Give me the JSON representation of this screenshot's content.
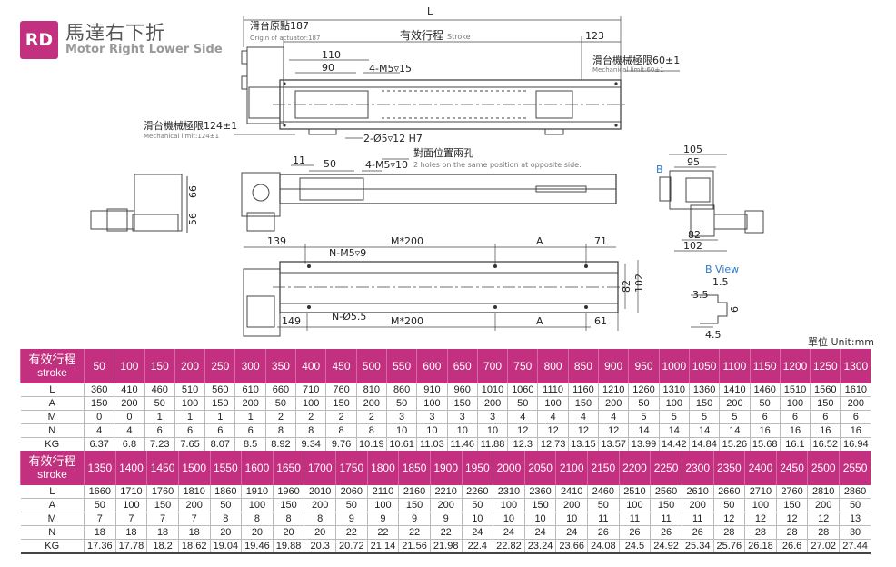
{
  "header": {
    "badge": "RD",
    "title_cn": "馬達右下折",
    "title_en": "Motor Right Lower Side"
  },
  "unit_label": "單位 Unit:mm",
  "labels": {
    "L": "L",
    "origin_cn": "滑台原點187",
    "origin_en": "Origin of actuator:187",
    "stroke_cn": "有效行程",
    "stroke_en": "Stroke",
    "d123": "123",
    "mech_right_cn": "滑台機械極限60±1",
    "mech_right_en": "Mechanical limit:60±1",
    "mech_left_cn": "滑台機械極限124±1",
    "mech_left_en": "Mechanical limit:124±1",
    "d110": "110",
    "d90": "90",
    "m5_15": "4-M5▿15",
    "pin": "2-Ø5▿12 H7",
    "opp_cn": "對面位置兩孔",
    "opp_en": "2 holes on the same position at opposite side.",
    "d11": "11",
    "d50": "50",
    "m5_10": "4-M5▿10",
    "d66": "66",
    "d56": "56",
    "d105": "105",
    "d95": "95",
    "B": "B",
    "d82": "82",
    "d102": "102",
    "d139": "139",
    "m200": "M*200",
    "dA": "A",
    "d71": "71",
    "nm5": "N-M5▿9",
    "d82b": "82",
    "d102b": "102",
    "d149": "149",
    "n55": "N-Ø5.5",
    "m200b": "M*200",
    "dA2": "A",
    "d61": "61",
    "bview": "B View",
    "d15": "1.5",
    "d35": "3.5",
    "d6": "6",
    "d45": "4.5"
  },
  "tables": [
    {
      "header_cn": "有效行程",
      "header_en": "stroke",
      "stroke": [
        "50",
        "100",
        "150",
        "200",
        "250",
        "300",
        "350",
        "400",
        "450",
        "500",
        "550",
        "600",
        "650",
        "700",
        "750",
        "800",
        "850",
        "900",
        "950",
        "1000",
        "1050",
        "1100",
        "1150",
        "1200",
        "1250",
        "1300"
      ],
      "rows": [
        {
          "label": "L",
          "values": [
            "360",
            "410",
            "460",
            "510",
            "560",
            "610",
            "660",
            "710",
            "760",
            "810",
            "860",
            "910",
            "960",
            "1010",
            "1060",
            "1110",
            "1160",
            "1210",
            "1260",
            "1310",
            "1360",
            "1410",
            "1460",
            "1510",
            "1560",
            "1610"
          ]
        },
        {
          "label": "A",
          "values": [
            "150",
            "200",
            "50",
            "100",
            "150",
            "200",
            "50",
            "100",
            "150",
            "200",
            "50",
            "100",
            "150",
            "200",
            "50",
            "100",
            "150",
            "200",
            "50",
            "100",
            "150",
            "200",
            "50",
            "100",
            "150",
            "200"
          ]
        },
        {
          "label": "M",
          "values": [
            "0",
            "0",
            "1",
            "1",
            "1",
            "1",
            "2",
            "2",
            "2",
            "2",
            "3",
            "3",
            "3",
            "3",
            "4",
            "4",
            "4",
            "4",
            "5",
            "5",
            "5",
            "5",
            "6",
            "6",
            "6",
            "6"
          ]
        },
        {
          "label": "N",
          "values": [
            "4",
            "4",
            "6",
            "6",
            "6",
            "6",
            "8",
            "8",
            "8",
            "8",
            "10",
            "10",
            "10",
            "10",
            "12",
            "12",
            "12",
            "12",
            "14",
            "14",
            "14",
            "14",
            "16",
            "16",
            "16",
            "16"
          ]
        },
        {
          "label": "KG",
          "values": [
            "6.37",
            "6.8",
            "7.23",
            "7.65",
            "8.07",
            "8.5",
            "8.92",
            "9.34",
            "9.76",
            "10.19",
            "10.61",
            "11.03",
            "11.46",
            "11.88",
            "12.3",
            "12.73",
            "13.15",
            "13.57",
            "13.99",
            "14.42",
            "14.84",
            "15.26",
            "15.68",
            "16.1",
            "16.52",
            "16.94"
          ]
        }
      ]
    },
    {
      "header_cn": "有效行程",
      "header_en": "stroke",
      "stroke": [
        "1350",
        "1400",
        "1450",
        "1500",
        "1550",
        "1600",
        "1650",
        "1700",
        "1750",
        "1800",
        "1850",
        "1900",
        "1950",
        "2000",
        "2050",
        "2100",
        "2150",
        "2200",
        "2250",
        "2300",
        "2350",
        "2400",
        "2450",
        "2500",
        "2550"
      ],
      "rows": [
        {
          "label": "L",
          "values": [
            "1660",
            "1710",
            "1760",
            "1810",
            "1860",
            "1910",
            "1960",
            "2010",
            "2060",
            "2110",
            "2160",
            "2210",
            "2260",
            "2310",
            "2360",
            "2410",
            "2460",
            "2510",
            "2560",
            "2610",
            "2660",
            "2710",
            "2760",
            "2810",
            "2860"
          ]
        },
        {
          "label": "A",
          "values": [
            "50",
            "100",
            "150",
            "200",
            "50",
            "100",
            "150",
            "200",
            "50",
            "100",
            "150",
            "200",
            "50",
            "100",
            "150",
            "200",
            "50",
            "100",
            "150",
            "200",
            "50",
            "100",
            "150",
            "200",
            "50"
          ]
        },
        {
          "label": "M",
          "values": [
            "7",
            "7",
            "7",
            "7",
            "8",
            "8",
            "8",
            "8",
            "9",
            "9",
            "9",
            "9",
            "10",
            "10",
            "10",
            "10",
            "11",
            "11",
            "11",
            "11",
            "12",
            "12",
            "12",
            "12",
            "13"
          ]
        },
        {
          "label": "N",
          "values": [
            "18",
            "18",
            "18",
            "18",
            "20",
            "20",
            "20",
            "20",
            "22",
            "22",
            "22",
            "22",
            "24",
            "24",
            "24",
            "24",
            "26",
            "26",
            "26",
            "26",
            "28",
            "28",
            "28",
            "28",
            "30"
          ]
        },
        {
          "label": "KG",
          "values": [
            "17.36",
            "17.78",
            "18.2",
            "18.62",
            "19.04",
            "19.46",
            "19.88",
            "20.3",
            "20.72",
            "21.14",
            "21.56",
            "21.98",
            "22.4",
            "22.82",
            "23.24",
            "23.66",
            "24.08",
            "24.5",
            "24.92",
            "25.34",
            "25.76",
            "26.18",
            "26.6",
            "27.02",
            "27.44"
          ]
        }
      ]
    }
  ]
}
